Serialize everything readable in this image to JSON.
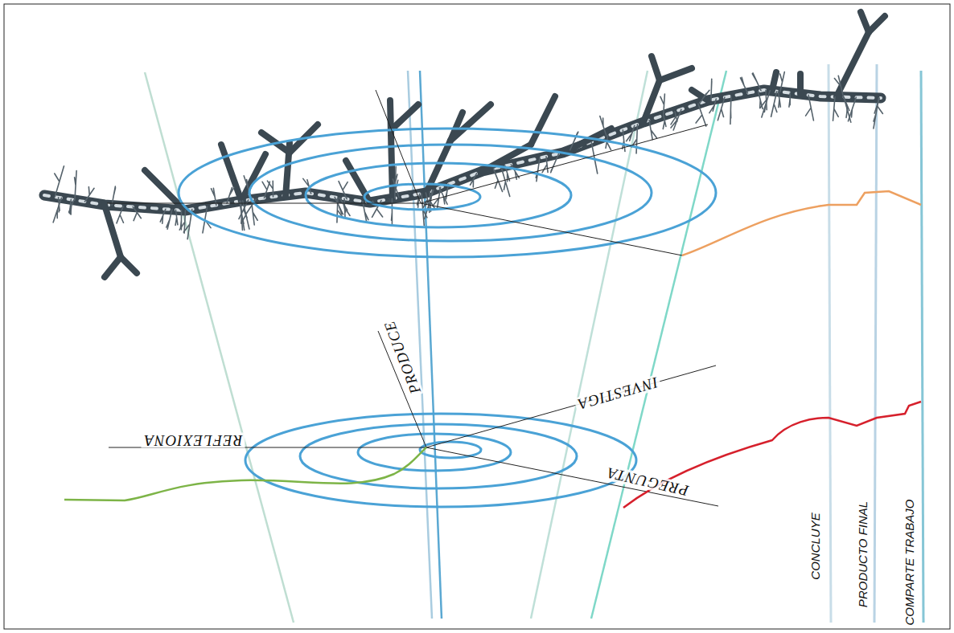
{
  "diagram": {
    "labels": [
      "PRODUCE",
      "INVESTIGA",
      "PREGUNTA",
      "REFLEXIONA",
      "CONCLUYE",
      "PRODUCTO FINAL",
      "COMPARTE TRABAJO"
    ]
  }
}
